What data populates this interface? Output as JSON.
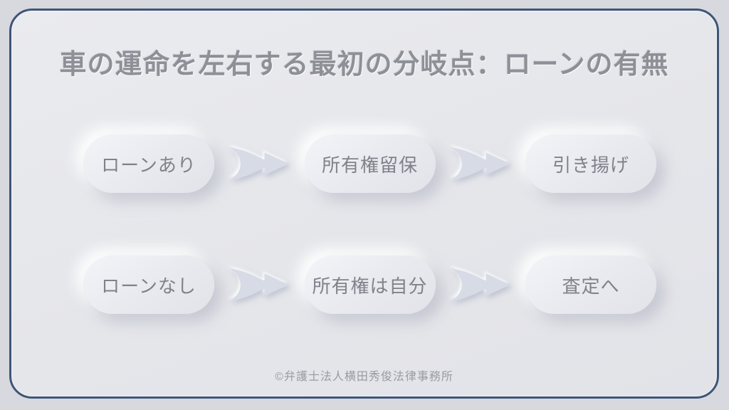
{
  "page": {
    "title": "車の運命を左右する最初の分岐点：ローンの有無",
    "footer": "©弁護士法人横田秀俊法律事務所"
  },
  "flow": {
    "rows": [
      {
        "name": "loan-yes-path",
        "steps": [
          {
            "label": "ローンあり"
          },
          {
            "label": "所有権留保"
          },
          {
            "label": "引き揚げ"
          }
        ]
      },
      {
        "name": "loan-no-path",
        "steps": [
          {
            "label": "ローンなし"
          },
          {
            "label": "所有権は自分"
          },
          {
            "label": "査定へ"
          }
        ]
      }
    ],
    "connector_icon": "arrow-right"
  },
  "colors": {
    "outer_background": "#d7d9df",
    "card_background": "#e7e8ec",
    "card_border": "#3e5577",
    "title_text": "#8d9096",
    "pill_text": "#7f828a",
    "arrow_fill": "#d7dbe6",
    "footer_text": "#989ba1"
  }
}
